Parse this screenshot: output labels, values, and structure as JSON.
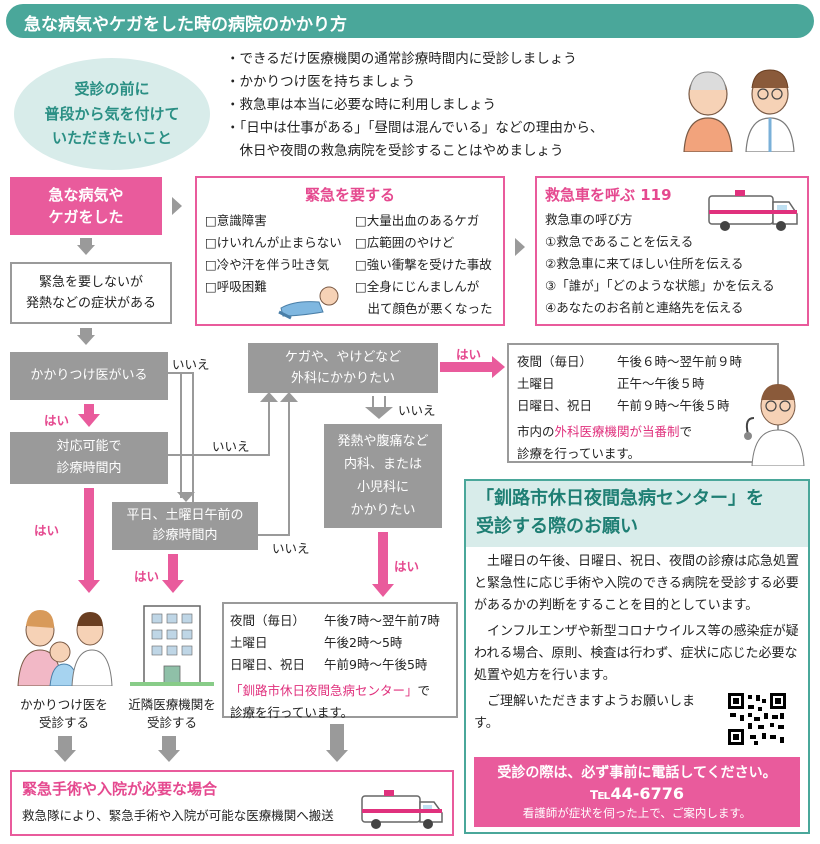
{
  "header": {
    "title": "急な病気やケガをした時の病院のかかり方"
  },
  "intro": {
    "oval_lines": [
      "受診の前に",
      "普段から気を付けて",
      "いただきたいこと"
    ],
    "bullets": [
      "・できるだけ医療機関の通常診療時間内に受診しましょう",
      "・かかりつけ医を持ちましょう",
      "・救急車は本当に必要な時に利用しましょう",
      "・「日中は仕事がある」「昼間は混んでいる」などの理由から、",
      "　休日や夜間の救急病院を受診することはやめましょう"
    ]
  },
  "start": {
    "lines": [
      "急な病気や",
      "ケガをした"
    ]
  },
  "emergency": {
    "title": "緊急を要する",
    "items_left": [
      "□意識障害",
      "□けいれんが止まらない",
      "□冷や汗を伴う吐き気",
      "□呼吸困難"
    ],
    "items_right": [
      "□大量出血のあるケガ",
      "□広範囲のやけど",
      "□強い衝撃を受けた事故",
      "□全身にじんましんが",
      "　出て顔色が悪くなった"
    ]
  },
  "ambulance": {
    "title": "救急車を呼ぶ 119",
    "subtitle": "救急車の呼び方",
    "steps": [
      "①救急であることを伝える",
      "②救急車に来てほしい住所を伝える",
      "③「誰が」「どのような状態」かを伝える",
      "④あなたのお名前と連絡先を伝える"
    ]
  },
  "non_emergency": {
    "lines": [
      "緊急を要しないが",
      "発熱などの症状がある"
    ]
  },
  "family_doctor": {
    "label": "かかりつけ医がいる"
  },
  "available": {
    "lines": [
      "対応可能で",
      "診療時間内"
    ]
  },
  "weekday": {
    "lines": [
      "平日、土曜日午前の",
      "診療時間内"
    ]
  },
  "injury": {
    "lines": [
      "ケガや、やけどなど",
      "外科にかかりたい"
    ]
  },
  "internal": {
    "lines": [
      "発熱や腹痛など",
      "内科、または",
      "小児科に",
      "かかりたい"
    ]
  },
  "labels": {
    "yes": "はい",
    "no": "いいえ"
  },
  "surgical_hours": {
    "rows": [
      [
        "夜間（毎日）",
        "午後６時～翌午前９時"
      ],
      [
        "土曜日",
        "正午～午後５時"
      ],
      [
        "日曜日、祝日",
        "午前９時～午後５時"
      ]
    ],
    "note_pre": "市内の",
    "note_red": "外科医療機関が当番制",
    "note_post": "で",
    "note_line2": "診療を行っています。"
  },
  "center_hours": {
    "rows": [
      [
        "夜間（毎日）",
        "午後7時～翌午前7時"
      ],
      [
        "土曜日",
        "午後2時～5時"
      ],
      [
        "日曜日、祝日",
        "午前9時～午後5時"
      ]
    ],
    "note_red": "「釧路市休日夜間急病センター」",
    "note_post": "で",
    "note_line2": "診療を行っています。"
  },
  "family_result": {
    "lines": [
      "かかりつけ医を",
      "受診する"
    ]
  },
  "nearby_result": {
    "lines": [
      "近隣医療機関を",
      "受診する"
    ]
  },
  "urgent": {
    "title": "緊急手術や入院が必要な場合",
    "text": "救急隊により、緊急手術や入院が可能な医療機関へ搬送"
  },
  "center": {
    "title_lines": [
      "「釧路市休日夜間急病センター」を",
      "受診する際のお願い"
    ],
    "paragraphs": [
      "土曜日の午後、日曜日、祝日、夜間の診療は応急処置と緊急性に応じ手術や入院のできる病院を受診する必要があるかの判断をすることを目的としています。",
      "インフルエンザや新型コロナウイルス等の感染症が疑われる場合、原則、検査は行わず、症状に応じた必要な処置や処方を行います。",
      "ご理解いただきますようお願いします。"
    ],
    "call_title": "受診の際は、必ず事前に電話してください。",
    "phone": "℡44-6776",
    "call_note": "看護師が症状を伺った上で、ご案内します。"
  },
  "colors": {
    "teal": "#4aa79a",
    "pink": "#e95b9c",
    "gray": "#9a9a9a"
  }
}
